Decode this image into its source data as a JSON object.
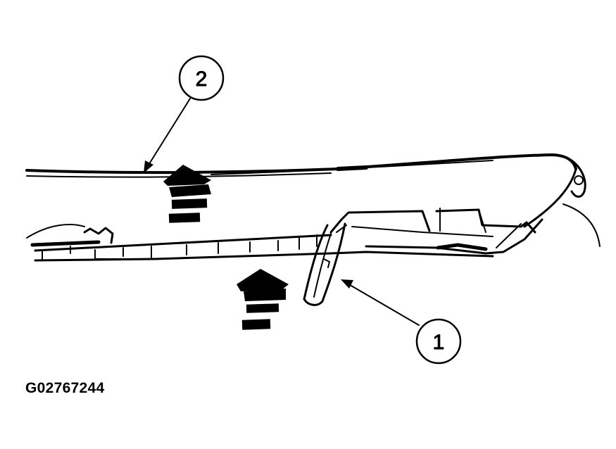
{
  "callouts": [
    {
      "label": "1"
    },
    {
      "label": "2"
    }
  ],
  "figure_id": "G02767244",
  "colors": {
    "ink": "#000000",
    "paper": "#ffffff"
  }
}
